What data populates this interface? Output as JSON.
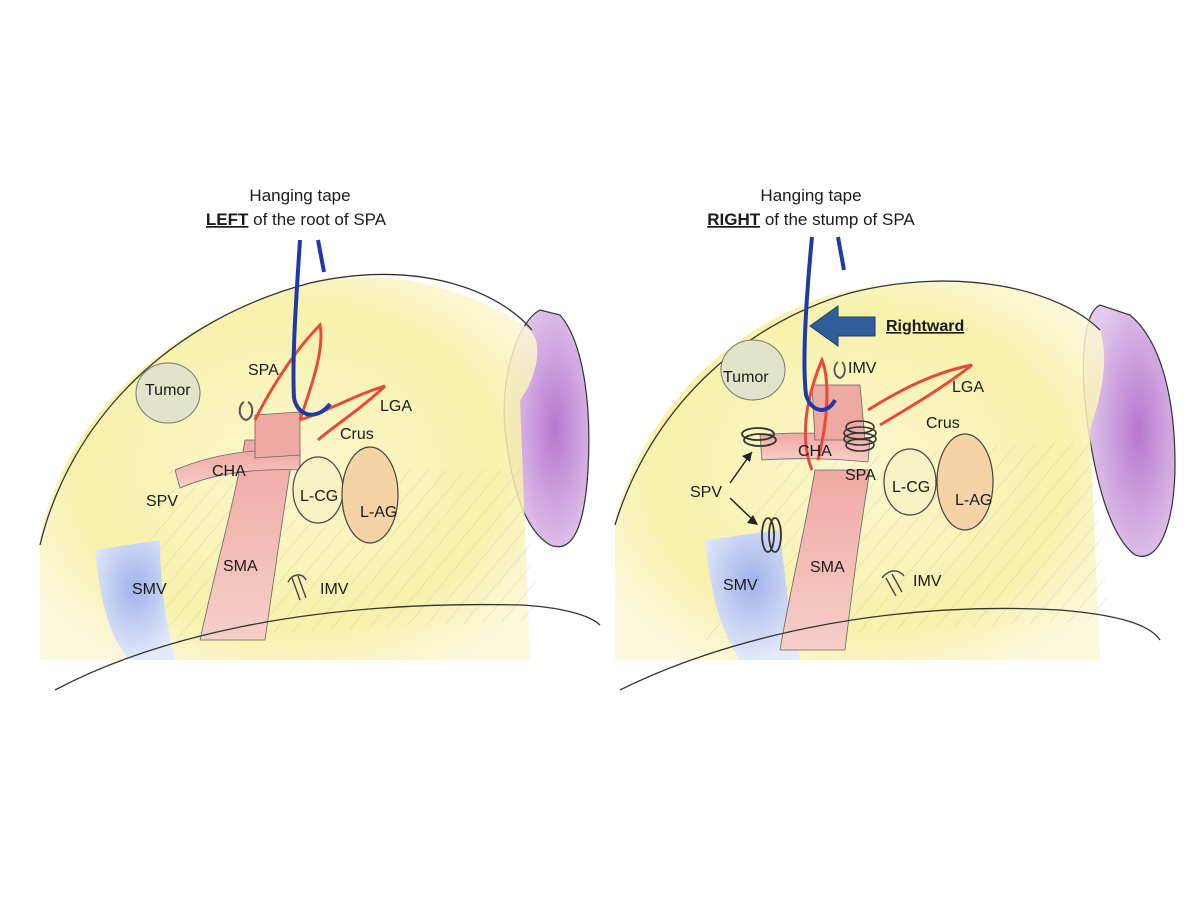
{
  "panels": [
    {
      "caption_line1": "Hanging tape",
      "caption_emph": "LEFT",
      "caption_rest": " of the root of SPA",
      "labels": {
        "tumor": "Tumor",
        "spa": "SPA",
        "lga": "LGA",
        "crus": "Crus",
        "cha": "CHA",
        "lcg": "L-CG",
        "lag": "L-AG",
        "spv": "SPV",
        "sma": "SMA",
        "smv": "SMV",
        "imv": "IMV"
      }
    },
    {
      "caption_line1": "Hanging tape",
      "caption_emph": "RIGHT",
      "caption_rest": " of the stump of SPA",
      "arrow_label": "Rightward",
      "labels": {
        "tumor": "Tumor",
        "imv_top": "IMV",
        "lga": "LGA",
        "crus": "Crus",
        "cha": "CHA",
        "spa": "SPA",
        "lcg": "L-CG",
        "lag": "L-AG",
        "spv": "SPV",
        "sma": "SMA",
        "smv": "SMV",
        "imv": "IMV"
      }
    }
  ],
  "colors": {
    "pancreas": "#f7f0a8",
    "spleen": "#cfa6dc",
    "vessel_red": "#e8493a",
    "artery_pink": "#f0b7b0",
    "tape_blue": "#1f3aa8",
    "vein_blue": "#b9c9ef",
    "arrow_blue": "#2f5f9a",
    "gland_orange": "#f6d3a6"
  }
}
